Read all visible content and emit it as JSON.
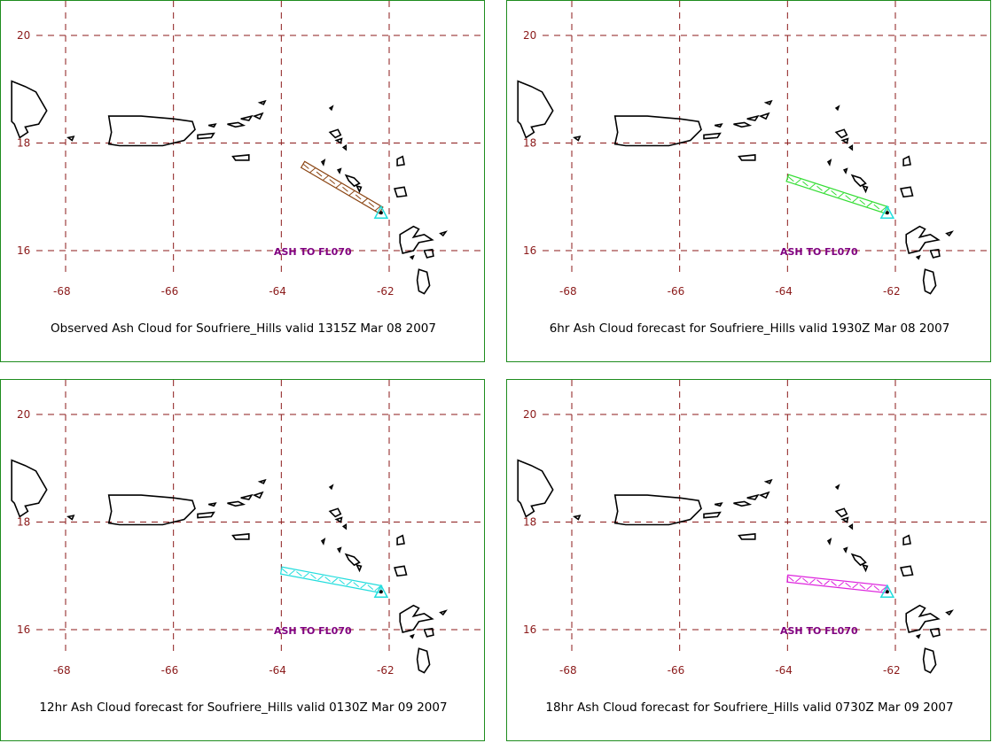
{
  "map": {
    "lat_labels": [
      "20",
      "18",
      "16"
    ],
    "lon_labels": [
      "-68",
      "-66",
      "-64",
      "-62"
    ],
    "lat_range": [
      15.3,
      20.4
    ],
    "lon_range": [
      -69.0,
      -60.4
    ],
    "grid_line_color": "#8b1a1a",
    "coast_color": "#000000",
    "border_color": "#1e8c1e",
    "source_marker_icon": "volcano-source-triangle"
  },
  "panels": [
    {
      "caption": "Observed Ash Cloud for Soufriere_Hills valid 1315Z Mar 08 2007",
      "ash_label": "ASH TO FL070",
      "cloud_color": "#8b4513",
      "cloud_start": [
        -63.6,
        17.6
      ],
      "cloud_end": [
        -62.15,
        16.75
      ]
    },
    {
      "caption": "6hr Ash Cloud forecast for Soufriere_Hills valid 1930Z Mar 08 2007",
      "ash_label": "ASH TO FL070",
      "cloud_color": "#33dd33",
      "cloud_start": [
        -64.0,
        17.35
      ],
      "cloud_end": [
        -62.15,
        16.75
      ]
    },
    {
      "caption": "12hr Ash Cloud forecast for Soufriere_Hills valid 0130Z Mar 09 2007",
      "ash_label": "ASH TO FL070",
      "cloud_color": "#22dddd",
      "cloud_start": [
        -64.0,
        17.1
      ],
      "cloud_end": [
        -62.15,
        16.75
      ]
    },
    {
      "caption": "18hr Ash Cloud forecast for Soufriere_Hills valid 0730Z Mar 09 2007",
      "ash_label": "ASH TO FL070",
      "cloud_color": "#dd22dd",
      "cloud_start": [
        -64.0,
        16.95
      ],
      "cloud_end": [
        -62.15,
        16.75
      ]
    }
  ]
}
